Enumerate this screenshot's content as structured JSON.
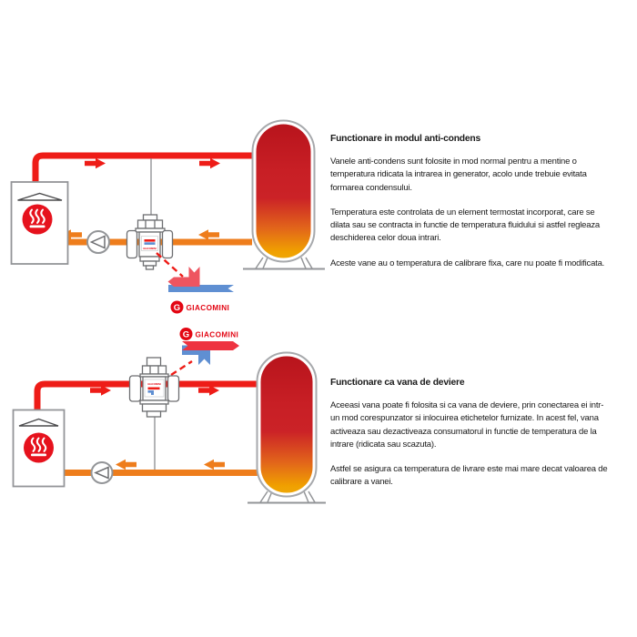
{
  "brand": {
    "logo_text": "GIACOMINI",
    "logo_letter": "G"
  },
  "colors": {
    "pipe_red": "#ee1c17",
    "pipe_orange": "#ee7d1c",
    "brand_red": "#e30613",
    "symbol_blue": "#5f8fd2",
    "outline_gray": "#939598",
    "tank_gradient_top": "#b8141c",
    "tank_gradient_mid": "#cb2227",
    "tank_gradient_bottom": "#f0a000",
    "text": "#1a1a1a"
  },
  "sections": [
    {
      "id": "anti-condens",
      "title": "Functionare in modul anti-condens",
      "paragraphs": [
        "Vanele anti-condens sunt folosite in mod normal pentru a mentine o\ntemperatura ridicata la intrarea in generator, acolo unde trebuie evitata\nformarea condensului.",
        "Temperatura este controlata de un element termostat incorporat, care se\ndilata sau se contracta in functie de temperatura fluidului si astfel regleaza\ndeschiderea celor doua intrari.",
        "Aceste vane au o temperatura de calibrare fixa, care nu poate fi modificata."
      ]
    },
    {
      "id": "vana-de-deviere",
      "title": "Functionare ca vana de deviere",
      "paragraphs": [
        "Aceeasi vana poate fi folosita si ca vana de deviere, prin conectarea ei intr-\nun mod corespunzator si inlocuirea etichetelor furnizate. In acest fel, vana\nactiveaza sau dezactiveaza consumatorul in functie de temperatura de la\nintrare (ridicata sau scazuta).",
        "Astfel se asigura ca temperatura de livrare este mai mare decat valoarea de\ncalibrare a vanei."
      ]
    }
  ]
}
